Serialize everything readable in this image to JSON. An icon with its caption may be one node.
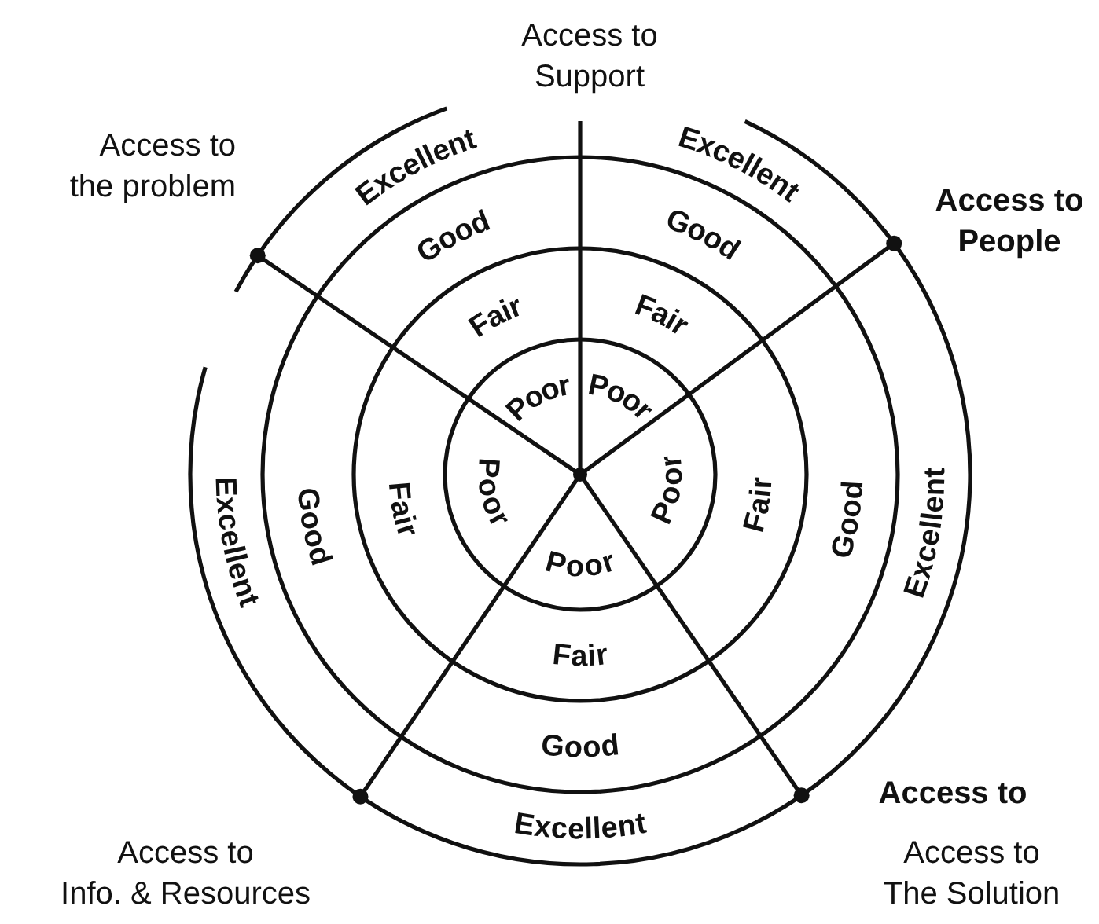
{
  "diagram": {
    "labels": [
      "Access to Support",
      "Excellent",
      "Excellent",
      "Access to People",
      "Access to the problem",
      "Good",
      "Good",
      "Fair",
      "Fair",
      "Poor",
      "Poor",
      "Excellent",
      "Good",
      "Fair",
      "Poor",
      "Poor",
      "Fair",
      "Good",
      "Excellent",
      "Poor",
      "Fair",
      "Good",
      "Access to",
      "Excellent",
      "Access to Info. & Resources",
      "Access to The Solution"
    ]
  }
}
